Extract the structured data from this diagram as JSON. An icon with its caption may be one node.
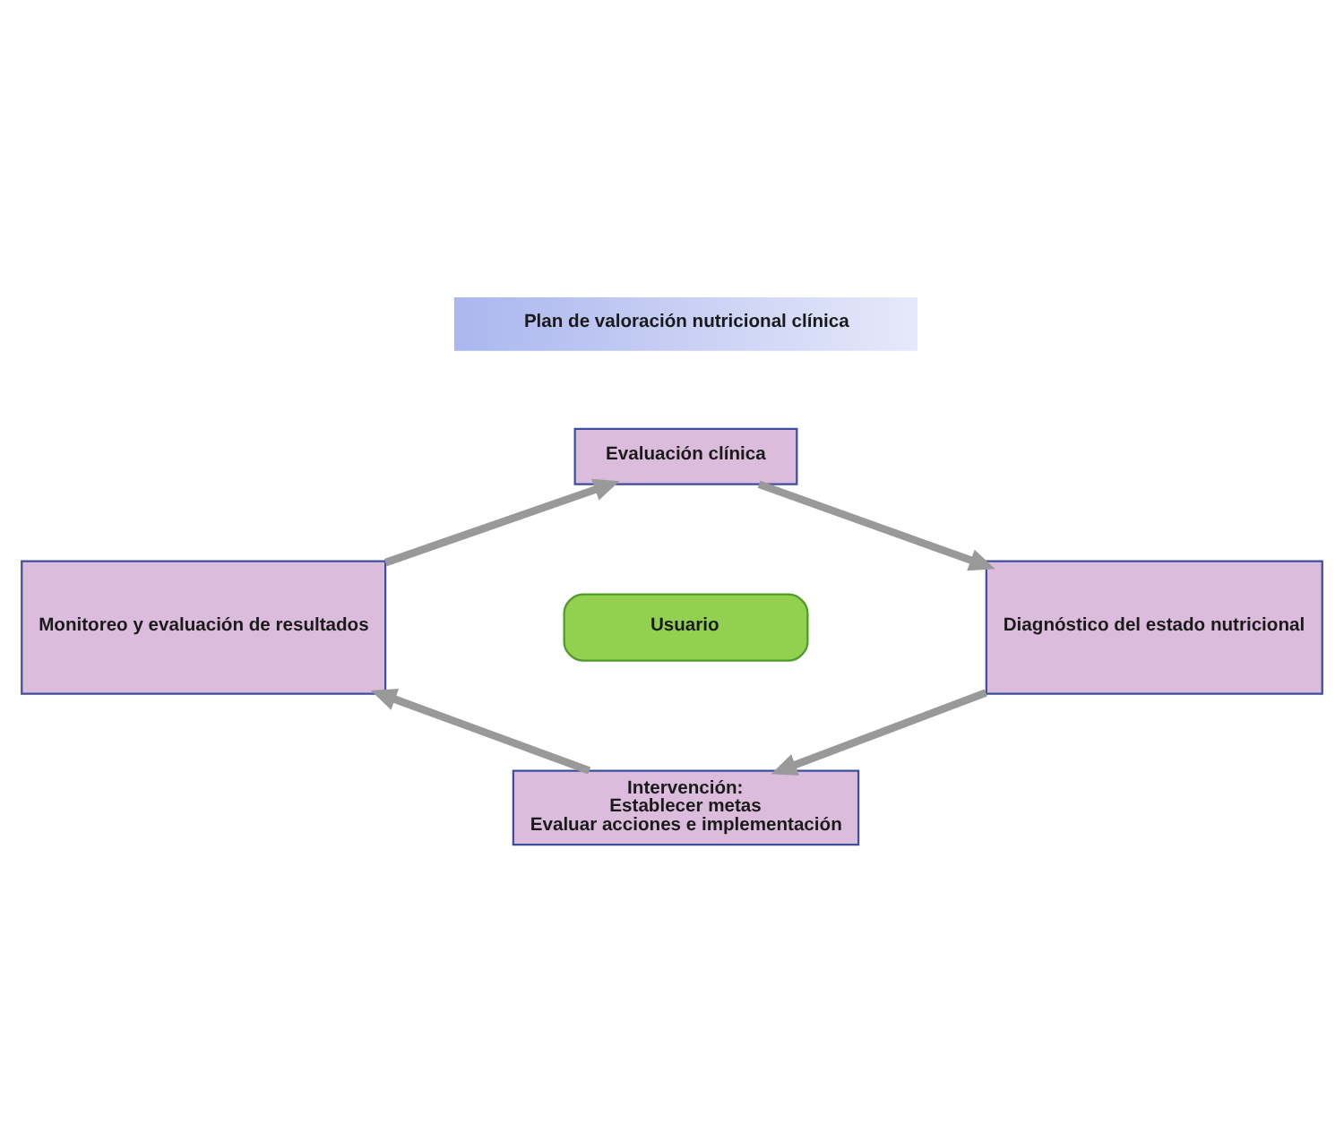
{
  "diagram": {
    "nodes": [
      {
        "text": [
          "Plan de valoración nutricional clínica"
        ]
      },
      {
        "text": [
          "Evaluación clínica"
        ]
      },
      {
        "text": [
          "Diagnóstico del estado nutricional"
        ]
      },
      {
        "text": [
          "Intervención:",
          "Establecer metas",
          "Evaluar acciones e implementación"
        ]
      },
      {
        "text": [
          "Monitoreo y evaluación de resultados"
        ]
      },
      {
        "text": [
          "Usuario"
        ]
      }
    ],
    "edges": [
      {
        "from": 1,
        "to": 2,
        "arrow": "to"
      },
      {
        "from": 2,
        "to": 3,
        "arrow": "to"
      },
      {
        "from": 3,
        "to": 4,
        "arrow": "to"
      },
      {
        "from": 4,
        "to": 1,
        "arrow": "to"
      }
    ]
  }
}
